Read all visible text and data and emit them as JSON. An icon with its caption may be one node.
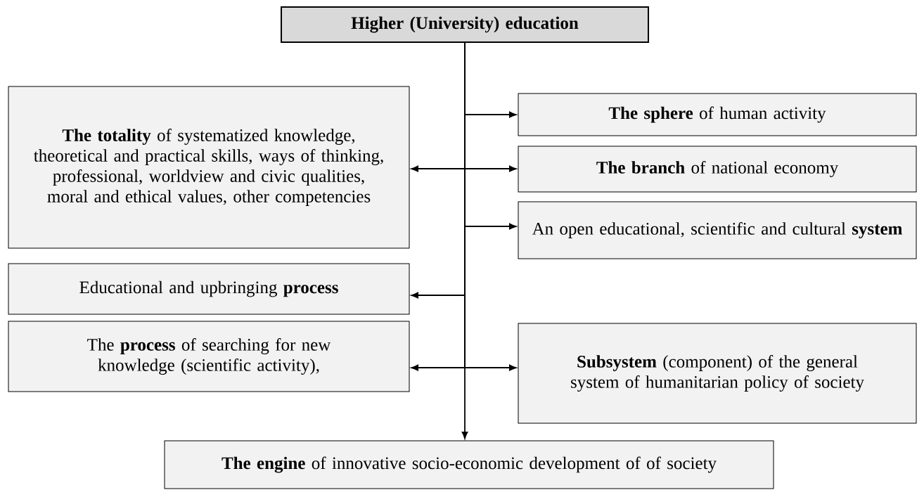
{
  "diagram": {
    "nodes": [
      {
        "text": [
          "Higher (University) education"
        ]
      },
      {
        "text": [
          "**The totality** of systematized knowledge, theoretical and practical skills, ways of thinking, professional, worldview and civic qualities, moral and ethical values, other competencies"
        ]
      },
      {
        "text": [
          "**The sphere** of human activity"
        ]
      },
      {
        "text": [
          "**The branch** of national economy"
        ]
      },
      {
        "text": [
          "An open educational, scientific and cultural **system**"
        ]
      },
      {
        "text": [
          "Educational and upbringing **process**"
        ]
      },
      {
        "text": [
          "The **process** of searching for new knowledge (scientific activity),"
        ]
      },
      {
        "text": [
          "**Subsystem** (component) of the general system of humanitarian policy of society"
        ]
      },
      {
        "text": [
          "**The engine** of innovative socio-economic development of of society"
        ]
      }
    ],
    "edges": [
      {
        "from": 0,
        "to": 1,
        "arrow": "to"
      },
      {
        "from": 0,
        "to": 2,
        "arrow": "to"
      },
      {
        "from": 0,
        "to": 3,
        "arrow": "to"
      },
      {
        "from": 0,
        "to": 4,
        "arrow": "to"
      },
      {
        "from": 0,
        "to": 5,
        "arrow": "to"
      },
      {
        "from": 0,
        "to": 6,
        "arrow": "to"
      },
      {
        "from": 0,
        "to": 7,
        "arrow": "to"
      },
      {
        "from": 0,
        "to": 8,
        "arrow": "to"
      }
    ]
  }
}
